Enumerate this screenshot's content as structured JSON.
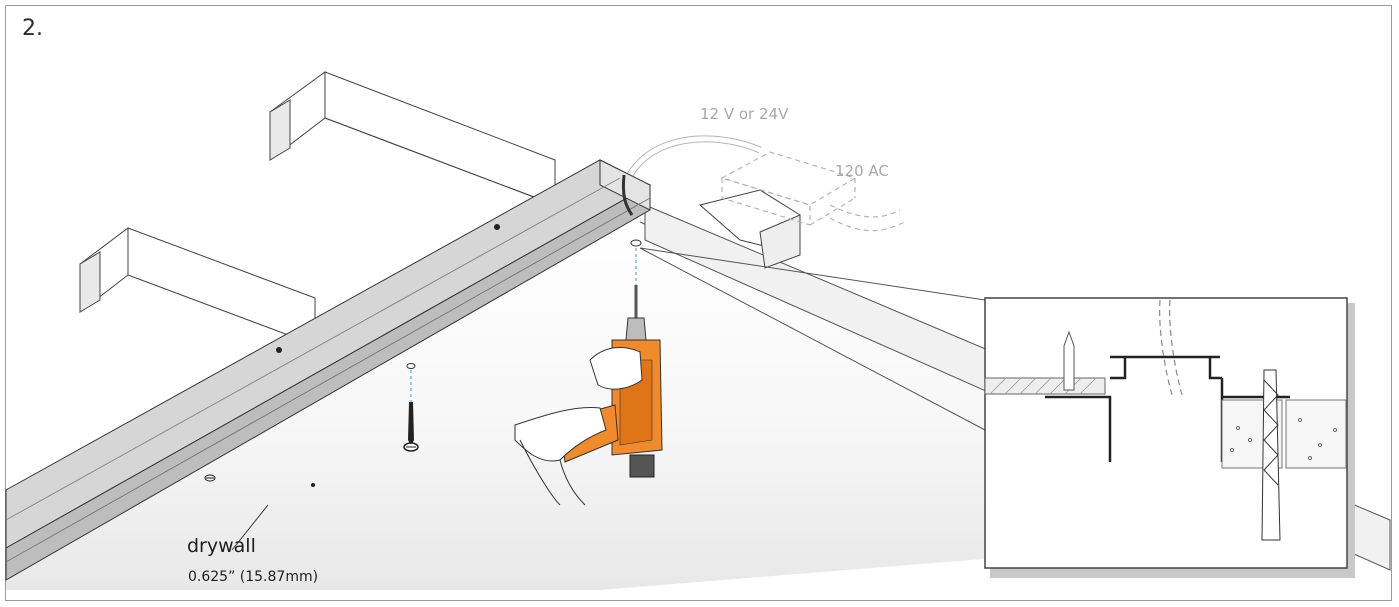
{
  "step": {
    "number": "2."
  },
  "wiring": {
    "low_voltage_label": "12 V  or  24V",
    "line_voltage_label": "120 AC"
  },
  "drywall": {
    "label": "drywall",
    "thickness": "0.625” (15.87mm)"
  },
  "colors": {
    "drill_orange": "#f08a2a",
    "line": "#2a2a2a",
    "faint": "#b5b5b5",
    "guide_blue": "#4a90c8"
  }
}
